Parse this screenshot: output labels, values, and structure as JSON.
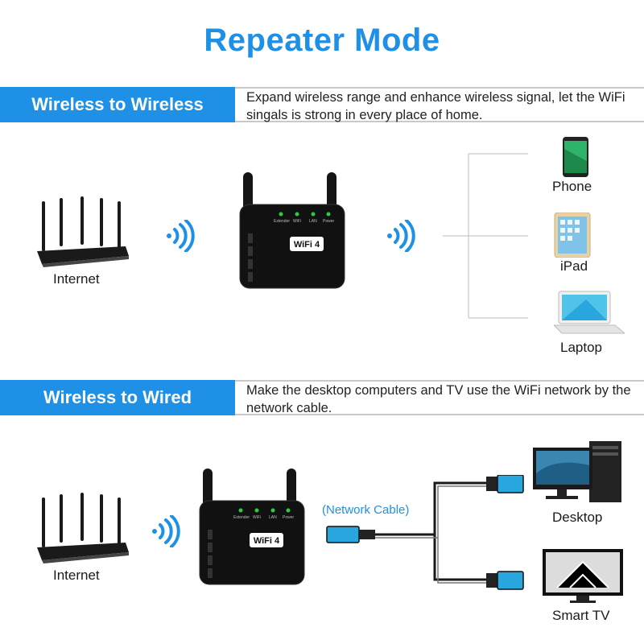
{
  "title": "Repeater Mode",
  "sections": [
    {
      "tag": "Wireless to Wireless",
      "description": "Expand wireless range and enhance wireless signal, let the WiFi singals is strong in every place of home.",
      "router_label": "Internet",
      "devices": [
        "Phone",
        "iPad",
        "Laptop"
      ]
    },
    {
      "tag": "Wireless to Wired",
      "description": "Make the desktop computers and TV use the WiFi network by the network cable.",
      "router_label": "Internet",
      "cable_label": "(Network Cable)",
      "devices": [
        "Desktop",
        "Smart TV"
      ]
    }
  ],
  "repeater": {
    "badge": "WiFi 4",
    "leds": [
      "Extender",
      "WiFi",
      "LAN",
      "Power"
    ]
  },
  "colors": {
    "accent": "#1e90e6",
    "device_body": "#111111",
    "led": "#2ecc40",
    "cable_plug": "#2aa6df"
  }
}
